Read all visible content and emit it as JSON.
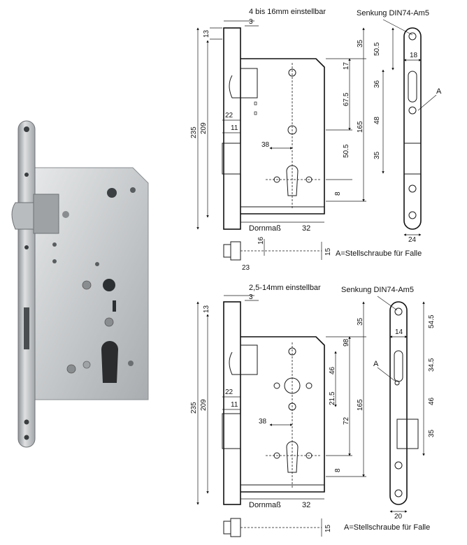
{
  "top_drawing": {
    "backset_range": "4 bis 16mm einstellbar",
    "countersink": "Senkung DIN74-Am5",
    "set_screw_label": "A=Stellschraube für Falle",
    "marker_a": "A",
    "dims": {
      "d3": "3",
      "d13": "13",
      "d235": "235",
      "d209": "209",
      "d22": "22",
      "d11": "11",
      "d38": "38",
      "d35": "35",
      "d17": "17",
      "d67_5": "67.5",
      "d50_5a": "50.5",
      "d165": "165",
      "d8": "8",
      "d50_5b": "50.5",
      "d18": "18",
      "d36": "36",
      "d48": "48",
      "d35b": "35",
      "d24": "24",
      "dornmass": "Dornmaß",
      "d32": "32",
      "d16": "16",
      "d23": "23",
      "d15": "15"
    }
  },
  "bottom_drawing": {
    "backset_range": "2,5-14mm einstellbar",
    "countersink": "Senkung DIN74-Am5",
    "set_screw_label": "A=Stellschraube für Falle",
    "marker_a": "A",
    "dims": {
      "d3": "3",
      "d13": "13",
      "d235": "235",
      "d209": "209",
      "d22": "22",
      "d11": "11",
      "d38": "38",
      "d35": "35",
      "d98": "98",
      "d46": "46",
      "d21_5": "21.5",
      "d72": "72",
      "d165": "165",
      "d8": "8",
      "d54_5": "54.5",
      "d14": "14",
      "d34_5": "34.5",
      "d46b": "46",
      "d35b": "35",
      "d20": "20",
      "dornmass": "Dornmaß",
      "d32": "32",
      "d15": "15"
    }
  },
  "colors": {
    "metal_light": "#d8dadb",
    "metal_mid": "#b5b8ba",
    "metal_dark": "#7c8083",
    "line": "#1a1a1a"
  }
}
